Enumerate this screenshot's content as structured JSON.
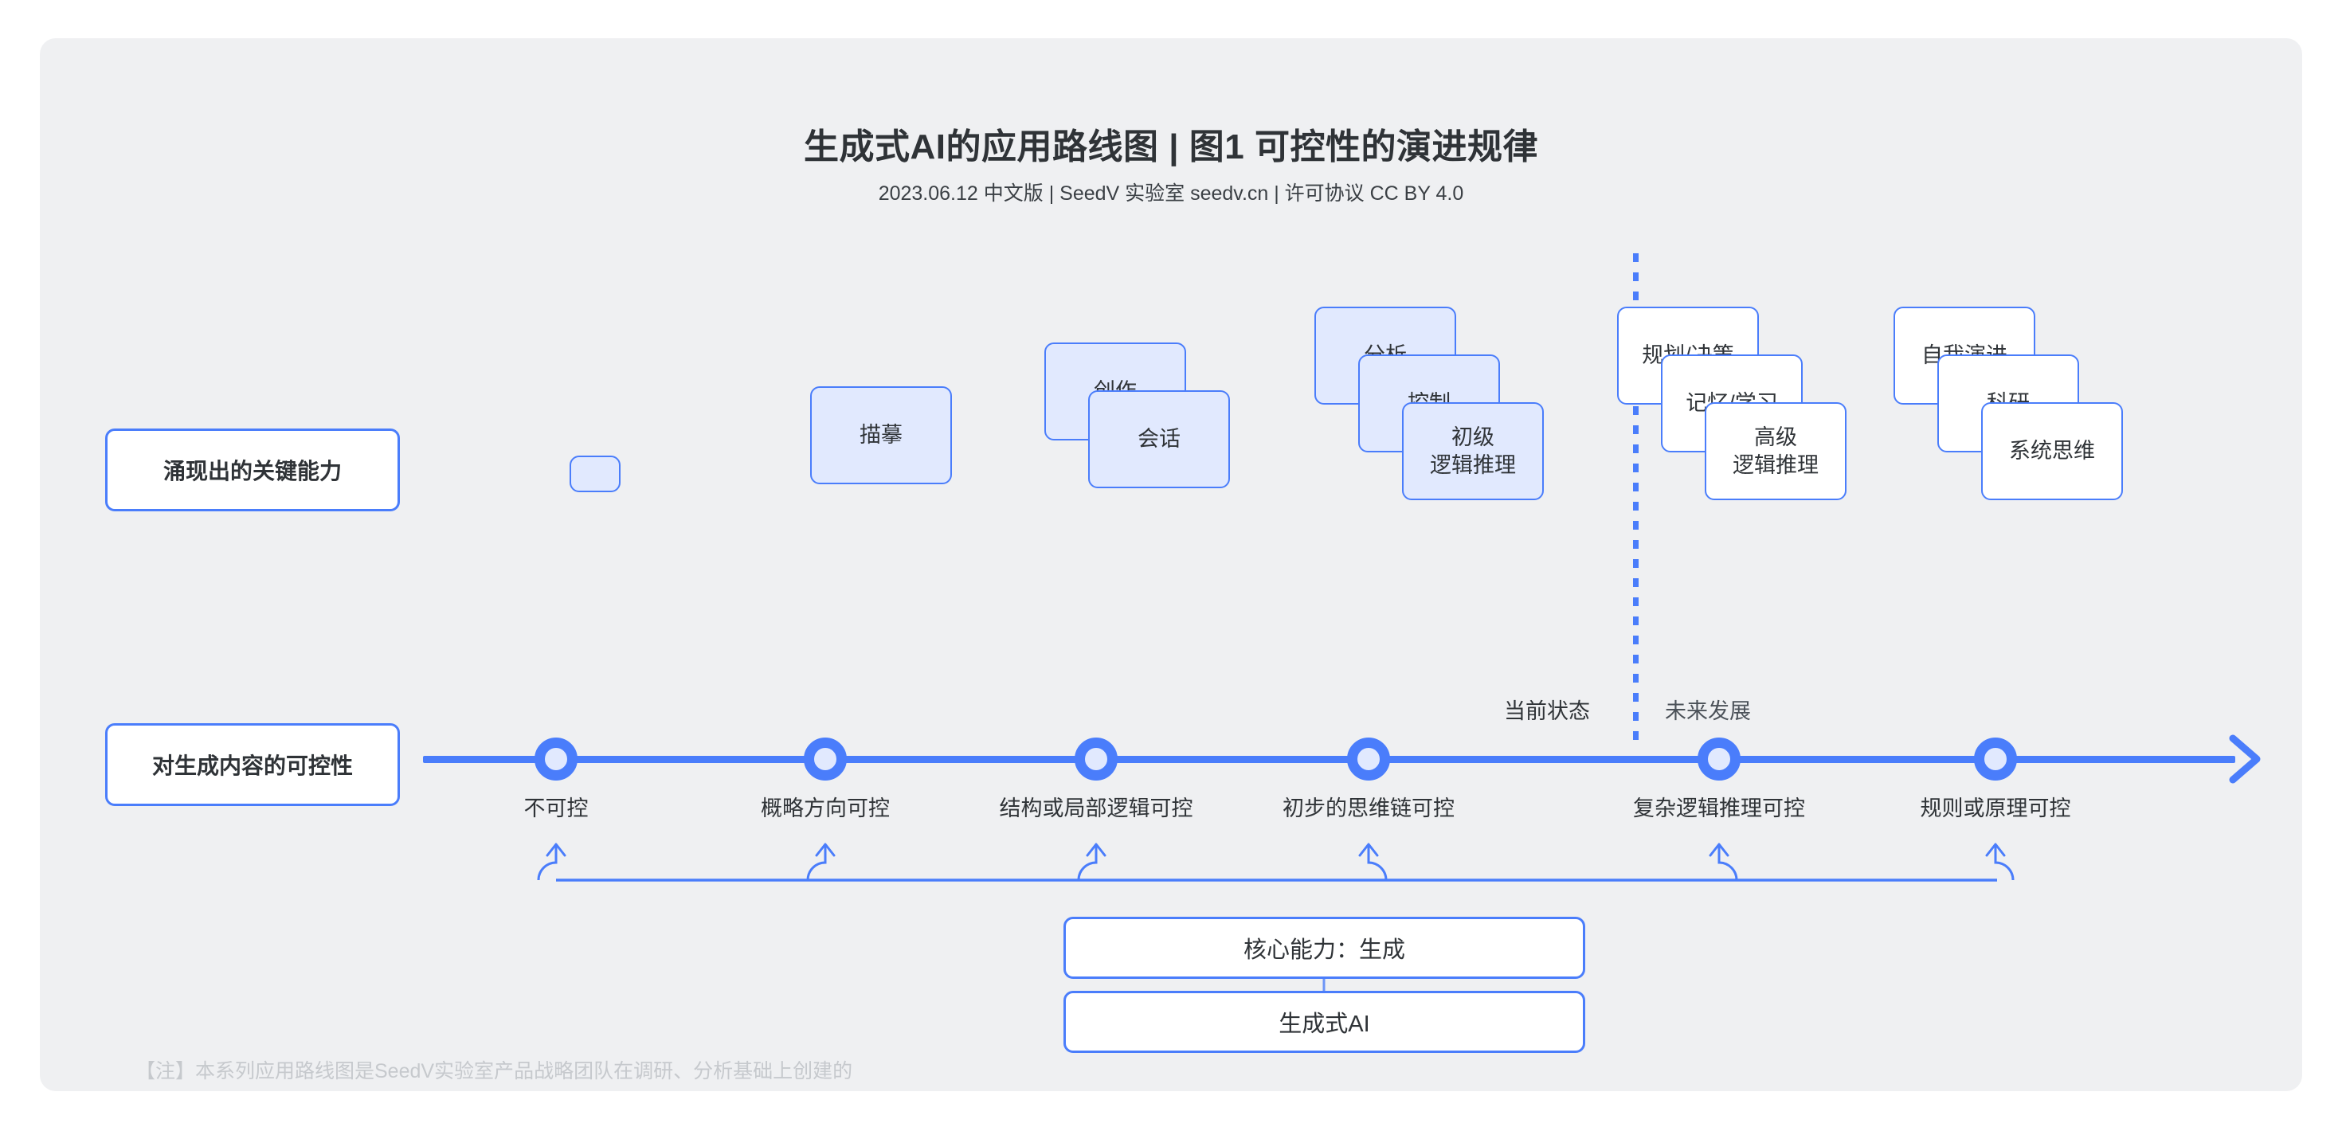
{
  "header": {
    "title": "生成式AI的应用路线图 | 图1 可控性的演进规律",
    "subtitle": "2023.06.12 中文版 | SeedV 实验室 seedv.cn | 许可协议 CC BY 4.0"
  },
  "rows": {
    "capabilities_label": "涌现出的关键能力",
    "controllability_label": "对生成内容的可控性"
  },
  "phases": {
    "present": "当前状态",
    "future": "未来发展"
  },
  "capability_stacks": [
    {
      "cards": [
        {
          "text": ""
        }
      ]
    },
    {
      "cards": [
        {
          "text": "描摹"
        }
      ]
    },
    {
      "cards": [
        {
          "text": "创作"
        },
        {
          "text": "会话"
        }
      ]
    },
    {
      "cards": [
        {
          "text": "分析"
        },
        {
          "text": "控制"
        },
        {
          "text": "初级\n逻辑推理"
        }
      ]
    },
    {
      "cards": [
        {
          "text": "规划/决策"
        },
        {
          "text": "记忆/学习"
        },
        {
          "text": "高级\n逻辑推理"
        }
      ]
    },
    {
      "cards": [
        {
          "text": "自我演进"
        },
        {
          "text": "科研"
        },
        {
          "text": "系统思维"
        }
      ]
    }
  ],
  "timeline": {
    "nodes": [
      {
        "label": "不可控"
      },
      {
        "label": "概略方向可控"
      },
      {
        "label": "结构或局部逻辑可控"
      },
      {
        "label": "初步的思维链可控"
      },
      {
        "label": "复杂逻辑推理可控"
      },
      {
        "label": "规则或原理可控"
      }
    ]
  },
  "bottom": {
    "core_capability": "核心能力：生成",
    "foundation": "生成式AI"
  },
  "footnote": "【注】本系列应用路线图是SeedV实验室产品战略团队在调研、分析基础上创建的",
  "colors": {
    "accent": "#4a7dfb",
    "card_fill_present": "#e1e9fe",
    "card_fill_future": "#ffffff",
    "panel_bg": "#eff0f2",
    "text": "#2f3337",
    "footnote": "#c6c9cd"
  }
}
